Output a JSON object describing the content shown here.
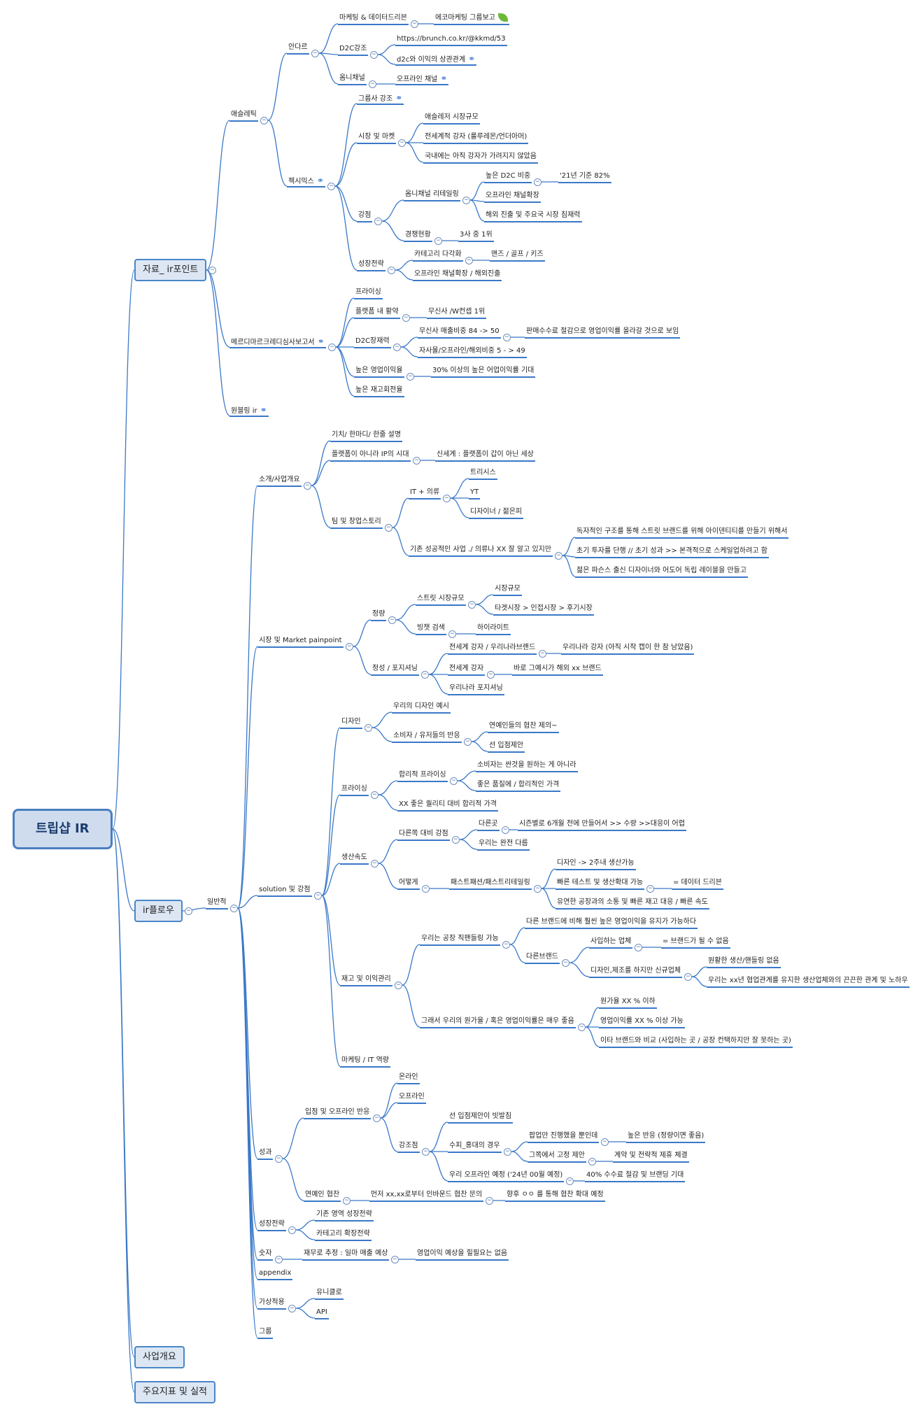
{
  "accent": "#3a78c8",
  "root": {
    "label": "트립샵 IR"
  },
  "nodes": {
    "a1": "자료_ ir포인트",
    "a11": "애슬레틱",
    "a111": "안다르",
    "a1111": "마케팅 & 데이터드리븐",
    "a11111": "에코마케팅 그룹보고",
    "a1112": "D2C강조",
    "a11121": "https://brunch.co.kr/@kkmd/53",
    "a11122": "d2c와 이익의 상관관계",
    "a1113": "옴니채널",
    "a11131": "오프라인 채널",
    "a112": "젝시믹스",
    "a1121": "그룹사 강조",
    "a1122": "시장 및 마켓",
    "a11221": "애슬레저 시장규모",
    "a11222": "전세계적 강자 (룰루레몬/언더아머)",
    "a11223": "국내에는 아직 강자가 가려지지 않았음",
    "a1123": "강점",
    "a11231": "옴니채널 리테일링",
    "a112311": "높은 D2C 비중",
    "a1123111": "'21년 기준 82%",
    "a112312": "오프라인 채널확장",
    "a112313": "해외 진출 및 주요국 시장 침재력",
    "a11232": "경쟁현황",
    "a112321": "3사 중 1위",
    "a1124": "성장전략",
    "a11241": "카테고리 다각화",
    "a112411": "맨즈 / 골프 / 키즈",
    "a11242": "오프라인 채널확장 / 해외진출",
    "a12": "메르디마르크레디심사보고서",
    "a121": "프라이싱",
    "a122": "플랫폼 내 활약",
    "a1221": "무신사 /W컨셉 1위",
    "a123": "D2C장재력",
    "a1231": "무신사 매출비중 84 -> 50",
    "a12311": "판매수수료 절감으로 영업이익률 올라갈 것으로 보임",
    "a1232": "자사몰/오프라인/해외비중 5 - > 49",
    "a124": "높은 영업이익율",
    "a1241": "30% 이상의 높은 어업이익률 기대",
    "a125": "높은 재고회전율",
    "a13": "원블링 ir",
    "b1": "ir플로우",
    "b11": "일반적",
    "b111": "소개/사업개요",
    "b1111": "기치/ 한마디/ 한줄 설명",
    "b1112": "플랫폼이 아니라 IP의 시대",
    "b11121": "신세계 : 플랫폼이 갑이 아닌 세상",
    "b1113": "팀 및 창업스토리",
    "b11131": "IT + 의류",
    "b111311": "트리시스",
    "b111312": "YT",
    "b111313": "디자이너 / 젊은피",
    "b11132": "기존 성공적인 사업 ./ 의류나 XX 잘 알고 있지만",
    "b111321": "독자적인 구조를 통해  스트릿 브랜드를 위해 아이덴티티를 만들기 위해서",
    "b111322": "초기 투자를 단행 // 초기 성과 >> 본격적으로 스케일업하려고 함",
    "b111323": "젊은 파슨스 출신 디자이너와 어도어 독립 레이블을 만들고",
    "b112": "시장 및 Market painpoint",
    "b1121": "정량",
    "b11211": "스트릿 시장규모",
    "b112111": "시장규모",
    "b112112": "타겟시장 > 인접시장 > 후기시장",
    "b11212": "빙챗 검색",
    "b112121": "하이라이트",
    "b1122": "정성 / 포지셔닝",
    "b11221": "전세계 강자 / 우리나라브랜드",
    "b112211": "우리나라 강자 (아직 시작 캡이 한 참 남았음)",
    "b11222": "전세계 강자",
    "b112221": "바로 그예시가 해외 xx 브랜드",
    "b11223": "우리나라 포지셔닝",
    "b113": "solution 및 강점",
    "b1131": "디자인",
    "b11311": "우리의 디자인 예시",
    "b11312": "소비자 / 유저들의 반응",
    "b113121": "연예인들의 협찬 제의~",
    "b113122": "선 입점제안",
    "b1132": "프라이싱",
    "b11321": "합리적 프라이싱",
    "b113211": "소비자는 싼것을 원하는 게 아니라",
    "b113212": "좋은 품질에 / 합리적인 가격",
    "b11322": "XX 좋은 퀄리티 대비 합리적 가격",
    "b1133": "생산속도",
    "b11331": "다른쪽 대비 강점",
    "b113311": "다른곳",
    "b1133111": "시즌별로 6개월 전에 만들어서 >> 수량 >>대응이 어렵",
    "b113312": "우리는 완전 다름",
    "b11332": "어떻게",
    "b113321": "패스트패션/패스트리테일링",
    "b1133211": "디자인 -> 2주내 생산가능",
    "b1133212": "빠른 테스트 및 생산확대 가능",
    "b11332121": "= 데이터 드리븐",
    "b1133213": "유연한 공장과의 소통 및 빠른 재고 대응 / 빠른 속도",
    "b1134": "재고 및 이익관리",
    "b11341": "우리는 공장 직팬들링 가능",
    "b113411": "다른 브랜드에 비해 훨씬 높은 영업이익을 유지가 가능하다",
    "b113412": "다른브랜드",
    "b1134121": "사입하는 업체",
    "b11341211": "= 브랜드가 될 수 없음",
    "b1134122": "디자인,제조를 하지만 신규업체",
    "b11341221": "원활한 생산/핸들링 없음",
    "b11341222": "우리는  xx년 협업관계를 유지한 생산업체와의 끈끈한 관계 및 노하우",
    "b11342": "그래서  우리의 원가율 / 혹은 영업이익률은 매우 좋음",
    "b113421": "원가율 XX % 이하",
    "b113422": "영업이익률 XX %  이상 가능",
    "b113423": "이타 브랜드와 비교 (사입하는 곳 / 공장 컨택하지만 잘 못하는 곳)",
    "b1135": "마케팅 / IT 역량",
    "b114": "성과",
    "b1141": "입점 및 오프라인 반응",
    "b11411": "온라인",
    "b11412": "오프라인",
    "b11413": "강조점",
    "b114131": "선 입점제안이 빗발침",
    "b114132": "수피_홍대의 경우",
    "b1141321": "팝업만 진행했을 뿐인데",
    "b11413211": "높은 반응 (정량이면 좋음)",
    "b1141322": "그쪽에서 고정 제안",
    "b11413221": "계약 및 전략적 제휴 체결",
    "b114133": "우리 오프라인 예정 ('24년 00월 예정)",
    "b1141331": "40% 수수료 절감 및 브랜딩 기대",
    "b1142": "연예인 협찬",
    "b11421": "먼저 xx,xx로부터 인바운드 협찬 문의",
    "b114211": "향후 ㅇㅇ 를 통해 협찬 확대 예정",
    "b115": "성장전략",
    "b1151": "기존 영역 성장전략",
    "b1152": "카테고리 확장전략",
    "b116": "숫자",
    "b1161": "재무로 추정 : 일마 매출 예상",
    "b11611": "영업이익 예상을 힐필요는 없음",
    "b117": "appendix",
    "b118": "가상적용",
    "b1181": "유니클로",
    "b1182": "API",
    "b119": "그룹",
    "c1": "사업개요",
    "d1": "주요지표 및 실적"
  },
  "icons": {
    "link": "link-icon",
    "leaf": "leaf-icon"
  }
}
